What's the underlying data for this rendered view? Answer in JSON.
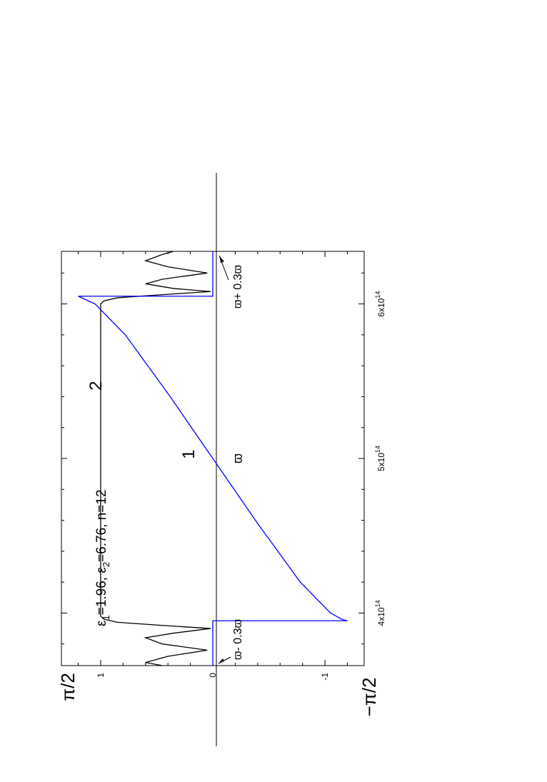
{
  "chart_data": {
    "type": "line",
    "orientation": "rotated-90-ccw",
    "title": "",
    "xlabel": "",
    "ylabel": "",
    "xlim": [
      366000000000000,
      634000000000000
    ],
    "ylim": [
      -1.35,
      1.35
    ],
    "grid": false,
    "zero_line": true,
    "x_ticks": [
      400000000000000,
      500000000000000,
      600000000000000
    ],
    "x_tick_labels": [
      {
        "mantissa": "4x10",
        "exp": "14"
      },
      {
        "mantissa": "5x10",
        "exp": "14"
      },
      {
        "mantissa": "6x10",
        "exp": "14"
      }
    ],
    "y_ticks": [
      -1,
      0,
      1
    ],
    "y_tick_labels": [
      "-1",
      "0",
      "1"
    ],
    "y_limit_labels": {
      "top": "π/2",
      "bottom": "−π/2"
    },
    "series": [
      {
        "name": "1",
        "color": "#0000ff",
        "x": [
          366000000000000,
          395000000000000,
          395000000000000,
          396000000000000,
          400000000000000,
          420000000000000,
          440000000000000,
          460000000000000,
          480000000000000,
          500000000000000,
          520000000000000,
          540000000000000,
          560000000000000,
          580000000000000,
          600000000000000,
          605000000000000,
          605000000000000,
          634000000000000
        ],
        "y": [
          0,
          0,
          -1.2,
          -1.15,
          -1.05,
          -0.78,
          -0.58,
          -0.38,
          -0.19,
          0,
          0.19,
          0.38,
          0.58,
          0.78,
          1.05,
          1.2,
          0,
          0
        ]
      },
      {
        "name": "2",
        "color": "#000000",
        "x": [
          366000000000000,
          368000000000000,
          372000000000000,
          376000000000000,
          380000000000000,
          384000000000000,
          387000000000000,
          390000000000000,
          392000000000000,
          394000000000000,
          396000000000000,
          398000000000000,
          400000000000000,
          410000000000000,
          500000000000000,
          590000000000000,
          600000000000000,
          602000000000000,
          604000000000000,
          606000000000000,
          608000000000000,
          610000000000000,
          613000000000000,
          616000000000000,
          620000000000000,
          624000000000000,
          628000000000000,
          632000000000000,
          634000000000000
        ],
        "y": [
          0.45,
          0.6,
          0.4,
          0.05,
          0.45,
          0.6,
          0.35,
          0.02,
          0.45,
          0.85,
          0.97,
          1.0,
          1.0,
          1.0,
          1.0,
          1.0,
          1.0,
          0.97,
          0.85,
          0.45,
          0.02,
          0.35,
          0.6,
          0.45,
          0.05,
          0.4,
          0.6,
          0.45,
          0.35
        ]
      }
    ],
    "annotations": {
      "eps": {
        "eps1_value": "=1.96, ",
        "eps2_value": "=6.76, n=12",
        "sub1": "1",
        "sub2": "2",
        "symbol": "ε"
      },
      "curve1_label": "1",
      "curve2_label": "2",
      "center_label": "ϖ",
      "left_label": "ϖ- 0.3ϖ",
      "right_label": "ϖ+ 0.3ϖ"
    }
  }
}
